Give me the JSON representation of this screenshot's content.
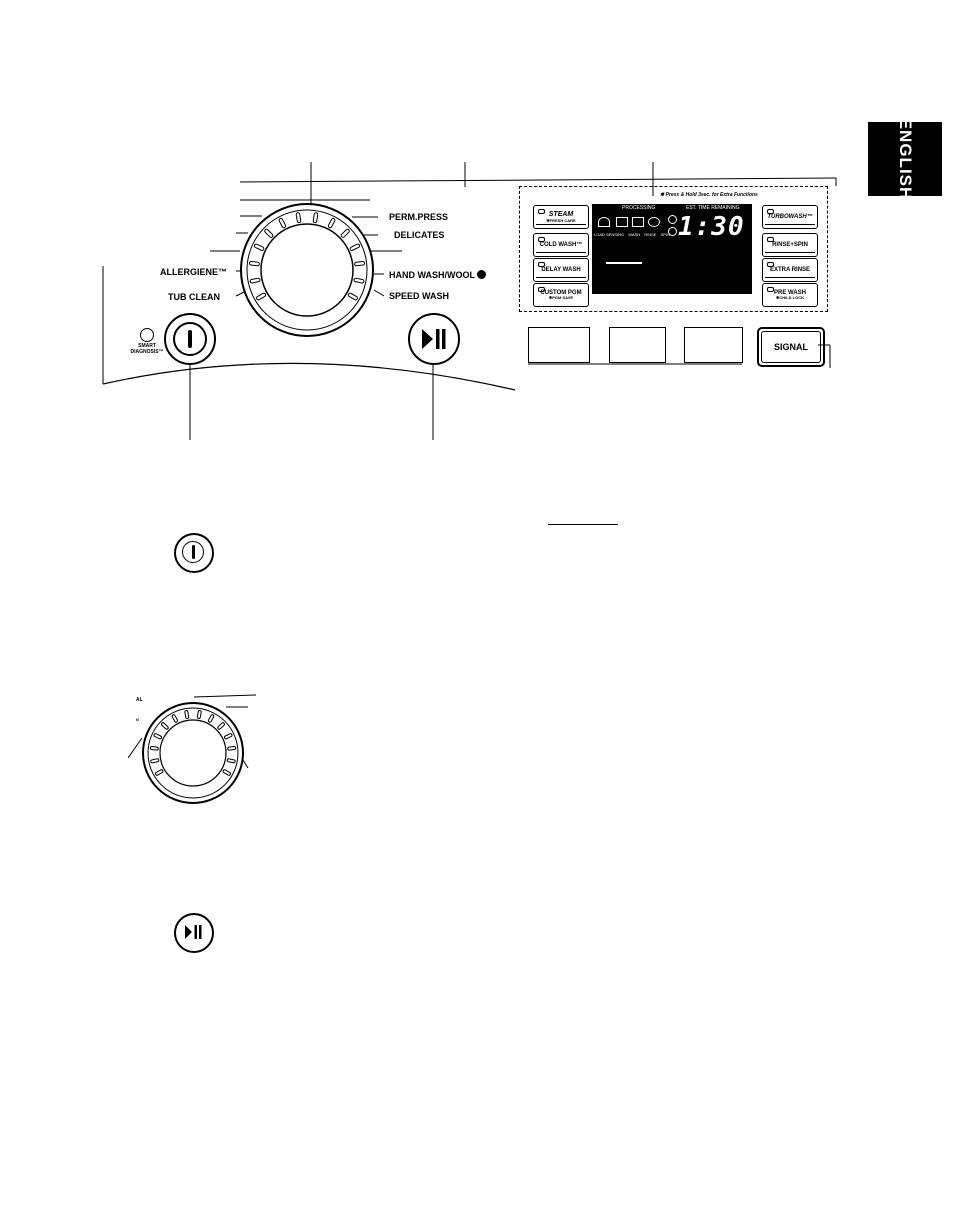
{
  "side_tab": {
    "label": "ENGLISH"
  },
  "dial_labels": {
    "left": [
      "ALLERGIENE™",
      "TUB CLEAN"
    ],
    "right": [
      "PERM.PRESS",
      "DELICATES",
      "HAND WASH/WOOL",
      "SPEED WASH"
    ]
  },
  "smart_diagnosis": {
    "label": "SMART DIAGNOSIS™"
  },
  "panel": {
    "header_note": "✱ Press & Hold 3sec. for Extra Functions",
    "display": {
      "processing_label": "PROCESSING",
      "time_label": "EST. TIME REMAINING",
      "time_value": "1:30",
      "stage_labels": [
        "LOAD SENSING",
        "WASH",
        "RINSE",
        "SPIN"
      ]
    },
    "left_buttons": [
      {
        "label": "STEAM",
        "sub": "✱FRESH CARE"
      },
      {
        "label": "COLD WASH™",
        "sub": ""
      },
      {
        "label": "DELAY WASH",
        "sub": ""
      },
      {
        "label": "CUSTOM PGM",
        "sub": "✱PGM SAVE"
      }
    ],
    "right_buttons": [
      {
        "label": "TURBOWASH™",
        "sub": ""
      },
      {
        "label": "RINSE+SPIN",
        "sub": ""
      },
      {
        "label": "EXTRA RINSE",
        "sub": ""
      },
      {
        "label": "PRE WASH",
        "sub": "✱CHILD LOCK"
      }
    ]
  },
  "signal_button": {
    "label": "SIGNAL"
  },
  "small_dial_labels": [
    "AL",
    "N"
  ]
}
